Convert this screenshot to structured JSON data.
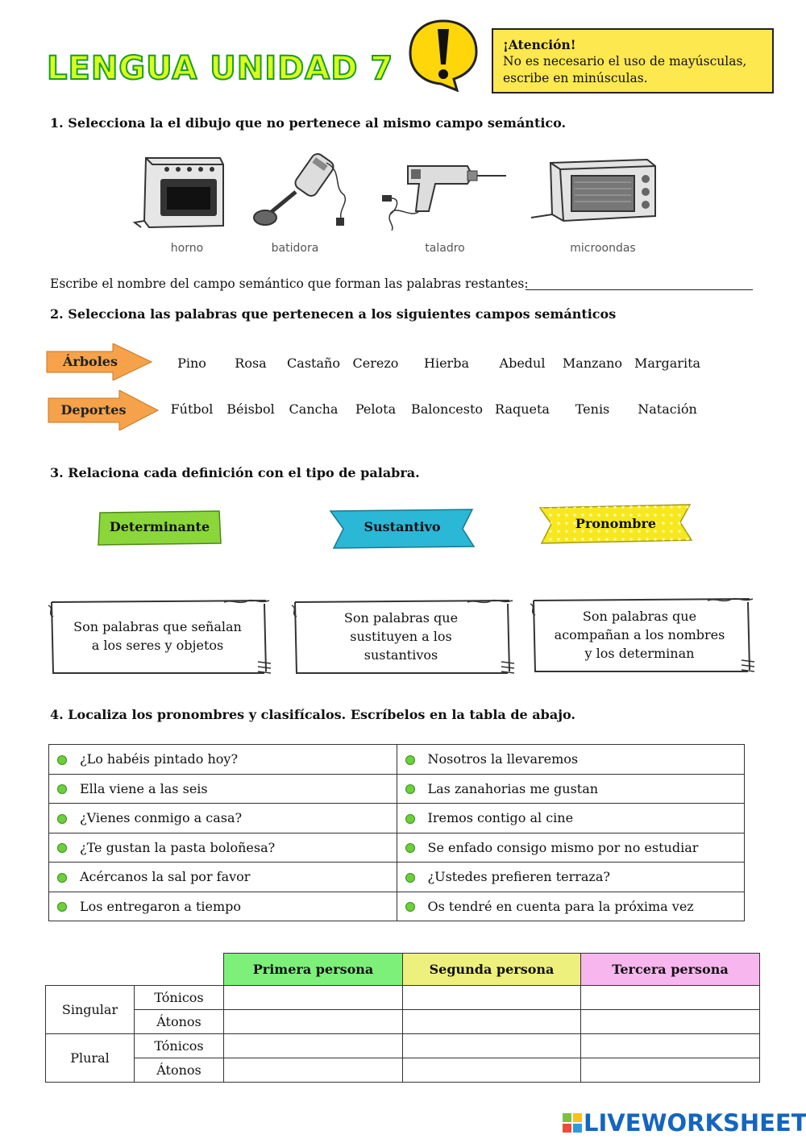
{
  "header": {
    "title": "LENGUA UNIDAD 7",
    "attention_title": "¡Atención!",
    "attention_line1": "No es necesario el uso de mayúsculas,",
    "attention_line2": "escribe en minúsculas."
  },
  "q1": {
    "question": "1. Selecciona la el dibujo que no pertenece al mismo campo semántico.",
    "items": [
      "horno",
      "batidora",
      "taladro",
      "microondas"
    ],
    "instruction": "Escribe el nombre del campo semántico que forman las palabras restantes:"
  },
  "q2": {
    "question": "2. Selecciona las palabras que pertenecen a los siguientes campos semánticos",
    "rows": [
      {
        "label": "Árboles",
        "color": "#f5a24a",
        "words": [
          "Pino",
          "Rosa",
          "Castaño",
          "Cerezo",
          "Hierba",
          "Abedul",
          "Manzano",
          "Margarita"
        ]
      },
      {
        "label": "Deportes",
        "color": "#f5a24a",
        "words": [
          "Fútbol",
          "Béisbol",
          "Cancha",
          "Pelota",
          "Baloncesto",
          "Raqueta",
          "Tenis",
          "Natación"
        ]
      }
    ]
  },
  "q3": {
    "question": "3. Relaciona cada definición con el tipo de palabra.",
    "types": [
      {
        "label": "Determinante",
        "color": "#8bd63a"
      },
      {
        "label": "Sustantivo",
        "color": "#2bb7d6"
      },
      {
        "label": "Pronombre",
        "color": "#f7e81e"
      }
    ],
    "definitions": [
      {
        "line1": "Son palabras que señalan",
        "line2": "a los seres y objetos",
        "line3": ""
      },
      {
        "line1": "Son palabras que",
        "line2": "sustituyen a los",
        "line3": "sustantivos"
      },
      {
        "line1": "Son palabras que",
        "line2": "acompañan a los nombres",
        "line3": "y los determinan"
      }
    ]
  },
  "q4": {
    "question": "4.  Localiza los pronombres y clasifícalos. Escríbelos en la tabla de abajo.",
    "sentences": [
      [
        "¿Lo habéis pintado hoy?",
        "Nosotros la llevaremos"
      ],
      [
        "Ella viene a las seis",
        "Las zanahorias me gustan"
      ],
      [
        "¿Vienes conmigo a casa?",
        "Iremos contigo al cine"
      ],
      [
        "¿Te gustan la pasta boloñesa?",
        "Se enfado consigo mismo por no estudiar"
      ],
      [
        "Acércanos la sal por favor",
        "¿Ustedes prefieren terraza?"
      ],
      [
        "Los entregaron a tiempo",
        "Os tendré en cuenta para la próxima vez"
      ]
    ],
    "table": {
      "headers": [
        "Primera persona",
        "Segunda persona",
        "Tercera persona"
      ],
      "header_colors": [
        "#7df07a",
        "#eef07e",
        "#f7b6ee"
      ],
      "groups": [
        "Singular",
        "Plural"
      ],
      "subrows": [
        "Tónicos",
        "Átonos"
      ]
    }
  },
  "footer": {
    "brand": "LIVEWORKSHEETS"
  }
}
